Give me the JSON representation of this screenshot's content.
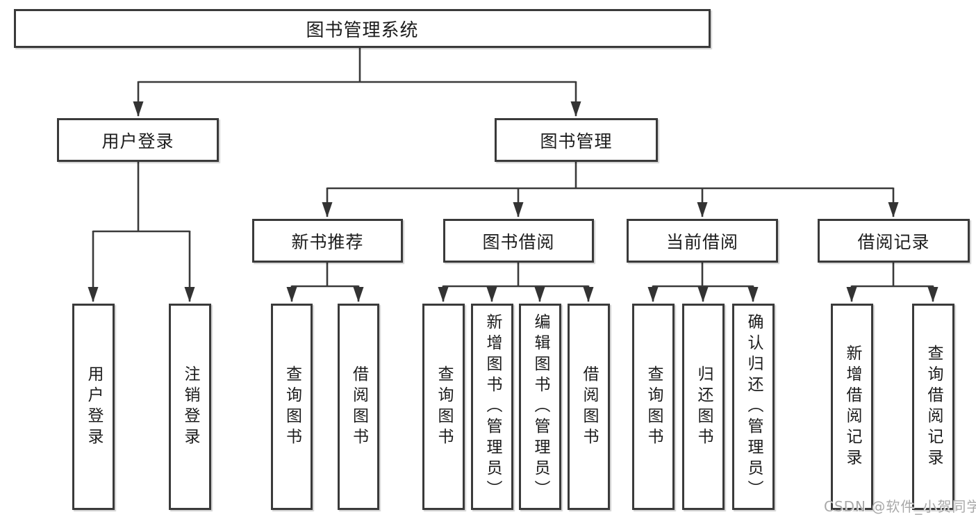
{
  "diagram": {
    "title": "图书管理系统",
    "root": {
      "label": "图书管理系统"
    },
    "level2": [
      {
        "label": "用户登录"
      },
      {
        "label": "图书管理"
      }
    ],
    "level3": [
      {
        "label": "新书推荐"
      },
      {
        "label": "图书借阅"
      },
      {
        "label": "当前借阅"
      },
      {
        "label": "借阅记录"
      }
    ],
    "leaves": [
      {
        "label": "用户登录",
        "parent": "用户登录"
      },
      {
        "label": "注销登录",
        "parent": "用户登录"
      },
      {
        "label": "查询图书",
        "parent": "新书推荐"
      },
      {
        "label": "借阅图书",
        "parent": "新书推荐"
      },
      {
        "label": "查询图书",
        "parent": "图书借阅"
      },
      {
        "label": "新增图书（管理员）",
        "parent": "图书借阅"
      },
      {
        "label": "编辑图书（管理员）",
        "parent": "图书借阅"
      },
      {
        "label": "借阅图书",
        "parent": "图书借阅"
      },
      {
        "label": "查询图书",
        "parent": "当前借阅"
      },
      {
        "label": "归还图书",
        "parent": "当前借阅"
      },
      {
        "label": "确认归还（管理员）",
        "parent": "当前借阅"
      },
      {
        "label": "新增借阅记录",
        "parent": "借阅记录"
      },
      {
        "label": "查询借阅记录",
        "parent": "借阅记录"
      }
    ]
  },
  "watermark": {
    "text": "CSDN @软件_小贺同学"
  },
  "colors": {
    "line": "#3a3a3a",
    "arrow": "#333333",
    "box_border": "#3a3a3a",
    "text": "#1c1c1c",
    "watermark": "#a9a9a9",
    "background": "#ffffff"
  }
}
